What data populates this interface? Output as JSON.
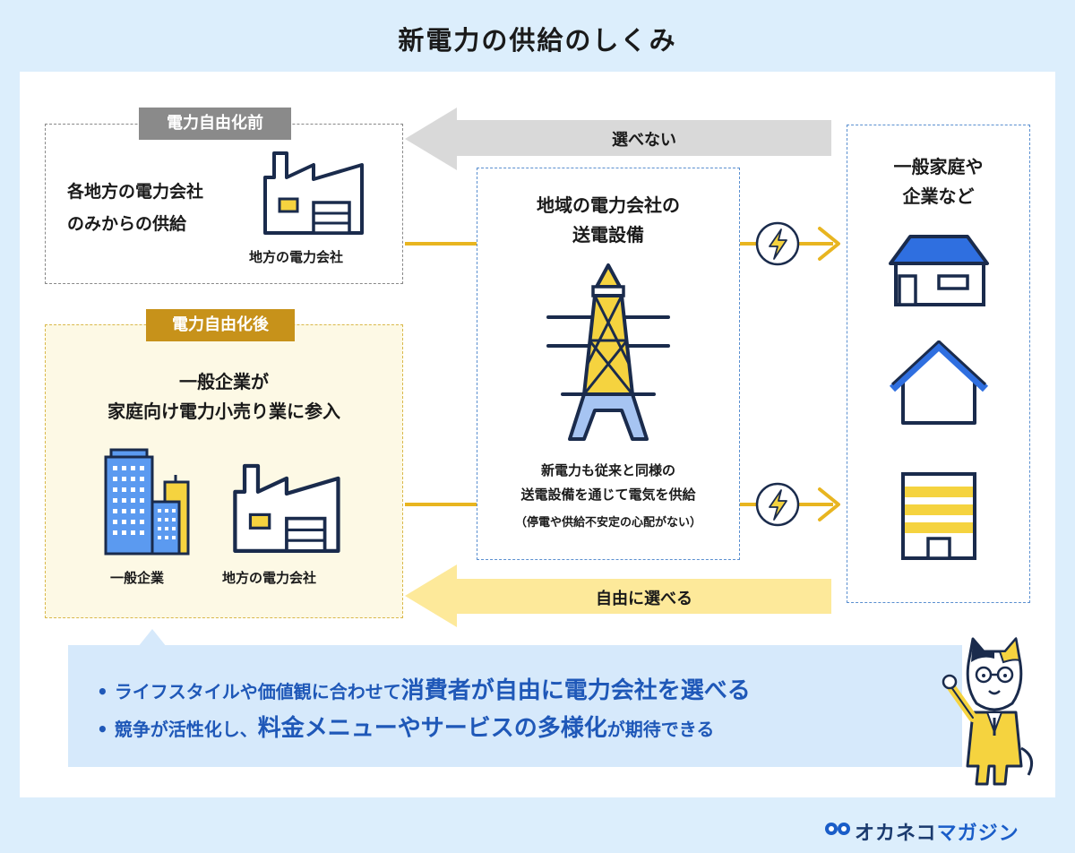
{
  "title": "新電力の供給のしくみ",
  "before": {
    "tag": "電力自由化前",
    "desc_line1": "各地方の電力会社",
    "desc_line2": "のみからの供給",
    "factory_label": "地方の電力会社"
  },
  "after": {
    "tag": "電力自由化後",
    "heading_line1": "一般企業が",
    "heading_line2": "家庭向け電力小売り業に参入",
    "company_label": "一般企業",
    "factory_label": "地方の電力会社"
  },
  "center": {
    "heading_line1": "地域の電力会社の",
    "heading_line2": "送電設備",
    "desc_line1": "新電力も従来と同様の",
    "desc_line2": "送電設備を通じて電気を供給",
    "note": "（停電や供給不安定の心配がない）"
  },
  "right": {
    "heading_line1": "一般家庭や",
    "heading_line2": "企業など"
  },
  "arrows": {
    "top_label": "選べない",
    "bottom_label": "自由に選べる"
  },
  "bullets": {
    "line1_pre": "ライフスタイルや価値観に合わせて",
    "line1_big": "消費者が自由に電力会社を選べる",
    "line2_pre": "競争が活性化し、",
    "line2_big": "料金メニューやサービスの多様化",
    "line2_post": "が期待できる"
  },
  "logo": {
    "main": "オカネコ",
    "accent": "マガジン"
  },
  "colors": {
    "navy": "#1a2b4c",
    "yellow": "#f5d33f",
    "gold": "#e8b520",
    "blue": "#2f6fe0",
    "gray_tag": "#8a8a8a",
    "gold_tag": "#c7921a"
  }
}
